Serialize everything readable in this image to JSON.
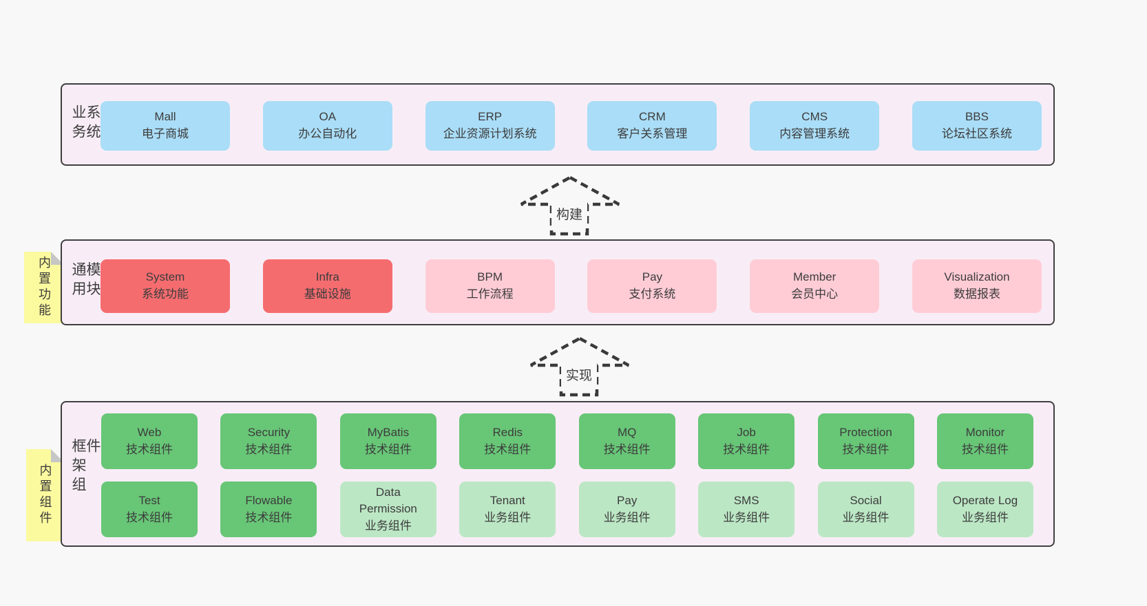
{
  "colors": {
    "page_bg": "#f8f8f8",
    "panel_bg": "#f8edf6",
    "ink": "#3c3c3c",
    "border": "#3f3f3f",
    "blue": "#aaddf7",
    "red": "#f56c6f",
    "pink": "#ffccd6",
    "green_dark": "#68c677",
    "green_light": "#bce7c5",
    "yellow": "#fbfa9e",
    "fold": "#c6c6c6"
  },
  "arrows": [
    {
      "label": "构建"
    },
    {
      "label": "实现"
    }
  ],
  "sections": [
    {
      "label": "业务系统",
      "boxes": [
        {
          "name": "Mall",
          "desc": "电子商城"
        },
        {
          "name": "OA",
          "desc": "办公自动化"
        },
        {
          "name": "ERP",
          "desc": "企业资源计划系统"
        },
        {
          "name": "CRM",
          "desc": "客户关系管理"
        },
        {
          "name": "CMS",
          "desc": "内容管理系统"
        },
        {
          "name": "BBS",
          "desc": "论坛社区系统"
        }
      ]
    },
    {
      "label": "通用模块",
      "sticky": "内置功能",
      "boxes": [
        {
          "name": "System",
          "desc": "系统功能"
        },
        {
          "name": "Infra",
          "desc": "基础设施"
        },
        {
          "name": "BPM",
          "desc": "工作流程"
        },
        {
          "name": "Pay",
          "desc": "支付系统"
        },
        {
          "name": "Member",
          "desc": "会员中心"
        },
        {
          "name": "Visualization",
          "desc": "数据报表"
        }
      ]
    },
    {
      "label": "框架组件",
      "sticky": "内置组件",
      "rows": [
        {
          "boxes": [
            {
              "name": "Web",
              "desc": "技术组件"
            },
            {
              "name": "Security",
              "desc": "技术组件"
            },
            {
              "name": "MyBatis",
              "desc": "技术组件"
            },
            {
              "name": "Redis",
              "desc": "技术组件"
            },
            {
              "name": "MQ",
              "desc": "技术组件"
            },
            {
              "name": "Job",
              "desc": "技术组件"
            },
            {
              "name": "Protection",
              "desc": "技术组件"
            },
            {
              "name": "Monitor",
              "desc": "技术组件"
            }
          ]
        },
        {
          "boxes": [
            {
              "name": "Test",
              "desc": "技术组件"
            },
            {
              "name": "Flowable",
              "desc": "技术组件"
            },
            {
              "name": "Data\nPermission",
              "desc": "业务组件"
            },
            {
              "name": "Tenant",
              "desc": "业务组件"
            },
            {
              "name": "Pay",
              "desc": "业务组件"
            },
            {
              "name": "SMS",
              "desc": "业务组件"
            },
            {
              "name": "Social",
              "desc": "业务组件"
            },
            {
              "name": "Operate Log",
              "desc": "业务组件"
            }
          ]
        }
      ]
    }
  ]
}
